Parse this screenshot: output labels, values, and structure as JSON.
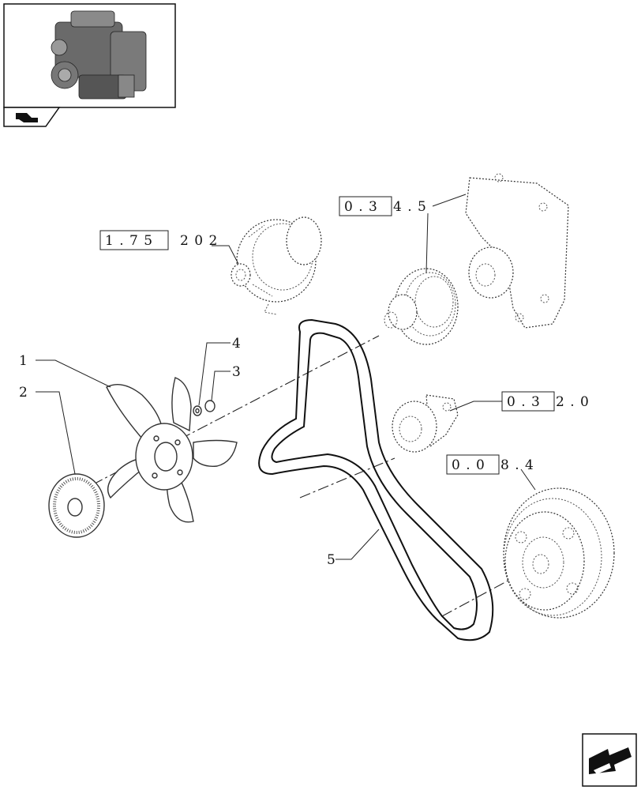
{
  "callouts": {
    "c1": "1",
    "c2": "2",
    "c3": "3",
    "c4": "4",
    "c5": "5"
  },
  "refs": {
    "alternator": {
      "boxed": "1 . 7 5",
      "rest": "2 0 2"
    },
    "water_pump": {
      "boxed": "0 . 3",
      "rest": "4 . 5"
    },
    "tensioner": {
      "boxed": "0 . 3",
      "rest": "2 . 0"
    },
    "crank_pulley": {
      "boxed": "0 . 0",
      "rest": "8 . 4"
    }
  },
  "icons": {
    "thumbnail": "engine-thumbnail-icon",
    "tab_arrow": "arrow-tab-icon",
    "nav": "back-arrow-icon"
  }
}
